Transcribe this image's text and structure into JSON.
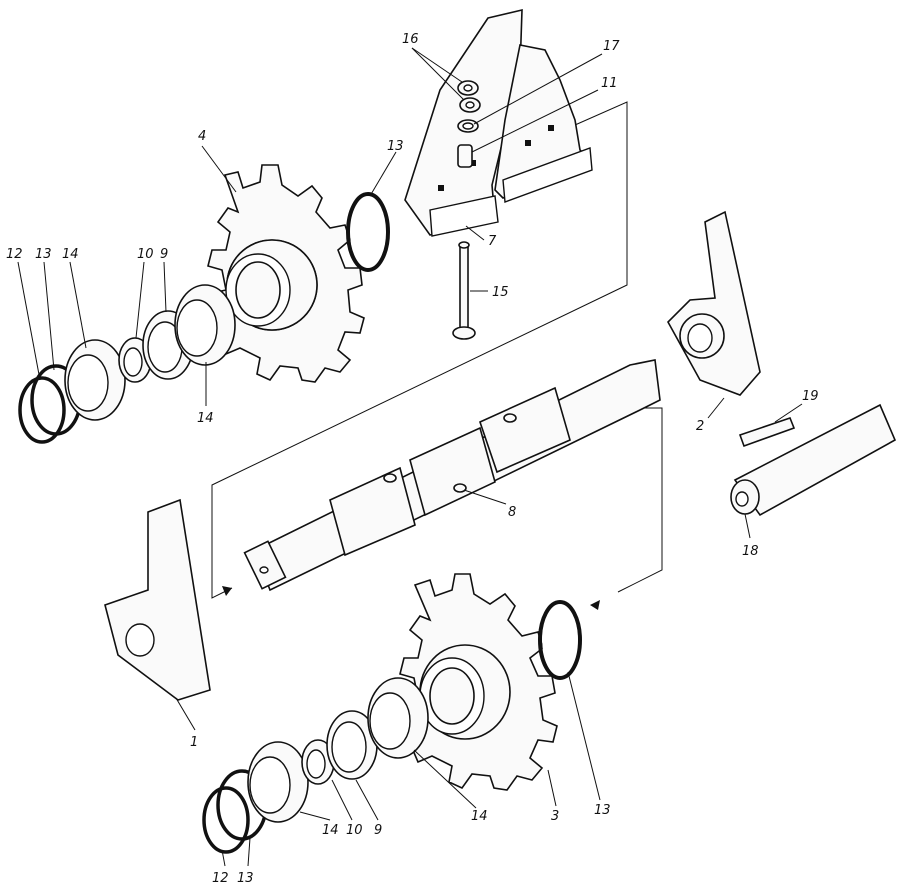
{
  "labels": {
    "c1": "1",
    "c2": "2",
    "c3": "3",
    "c4": "4",
    "c7": "7",
    "c8": "8",
    "c9a": "9",
    "c9b": "9",
    "c10a": "10",
    "c10b": "10",
    "c11": "11",
    "c12a": "12",
    "c12b": "12",
    "c13a": "13",
    "c13b": "13",
    "c13c": "13",
    "c13d": "13",
    "c14a": "14",
    "c14b": "14",
    "c14c": "14",
    "c14d": "14",
    "c15": "15",
    "c16": "16",
    "c17": "17",
    "c18": "18",
    "c19": "19"
  }
}
